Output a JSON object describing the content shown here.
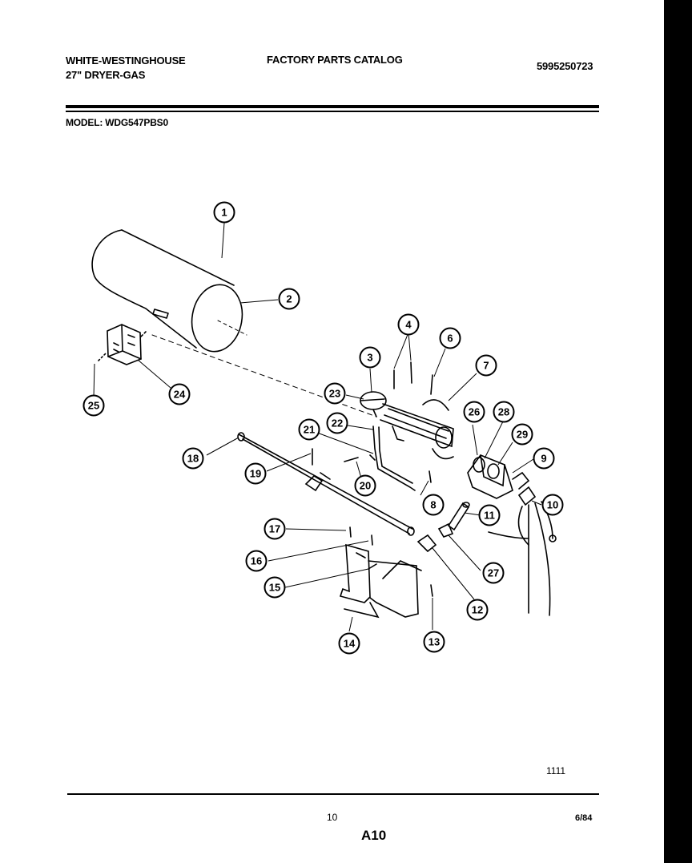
{
  "header": {
    "brand": "WHITE-WESTINGHOUSE",
    "product": "27\" DRYER-GAS",
    "catalog_title": "FACTORY PARTS CATALOG",
    "publication_number": "5995250723",
    "model_line": "MODEL: WDG547PBS0"
  },
  "footer": {
    "drawing_code": "1111",
    "page_number": "10",
    "date": "6/84",
    "figure_id": "A10"
  },
  "callouts": [
    "1",
    "2",
    "3",
    "4",
    "6",
    "7",
    "8",
    "9",
    "10",
    "11",
    "12",
    "13",
    "14",
    "15",
    "16",
    "17",
    "18",
    "19",
    "20",
    "21",
    "22",
    "23",
    "24",
    "25",
    "26",
    "27",
    "28",
    "29"
  ]
}
